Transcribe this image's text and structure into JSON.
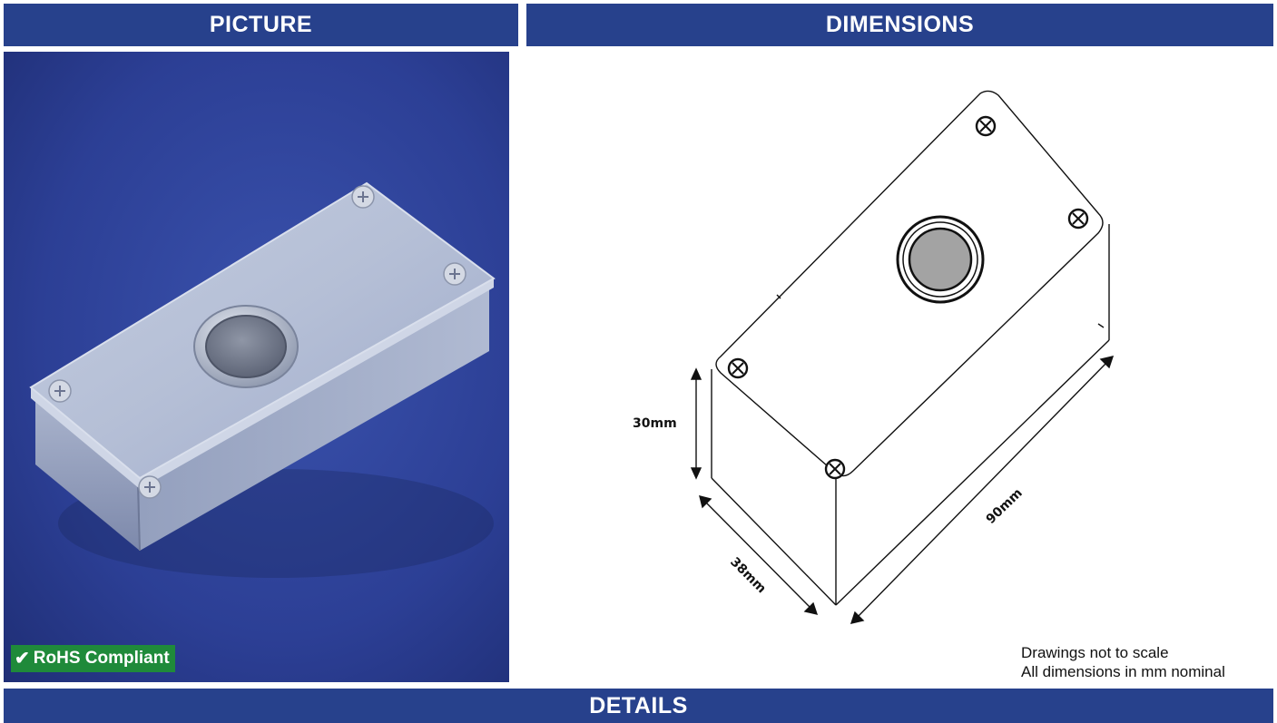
{
  "headers": {
    "picture": "PICTURE",
    "dimensions": "DIMENSIONS",
    "details": "DETAILS"
  },
  "photo": {
    "badge_check": "✔",
    "badge_text": "RoHS Compliant"
  },
  "drawing": {
    "height_label": "30mm",
    "width_label": "38mm",
    "length_label": "90mm",
    "notes": [
      "Drawings not to scale",
      "All dimensions in mm nominal"
    ]
  },
  "colors": {
    "header_bg": "#27418c",
    "badge_bg": "#1f8a3a",
    "photo_bg": "#2c3f95",
    "button_fill": "#a3a3a3"
  }
}
